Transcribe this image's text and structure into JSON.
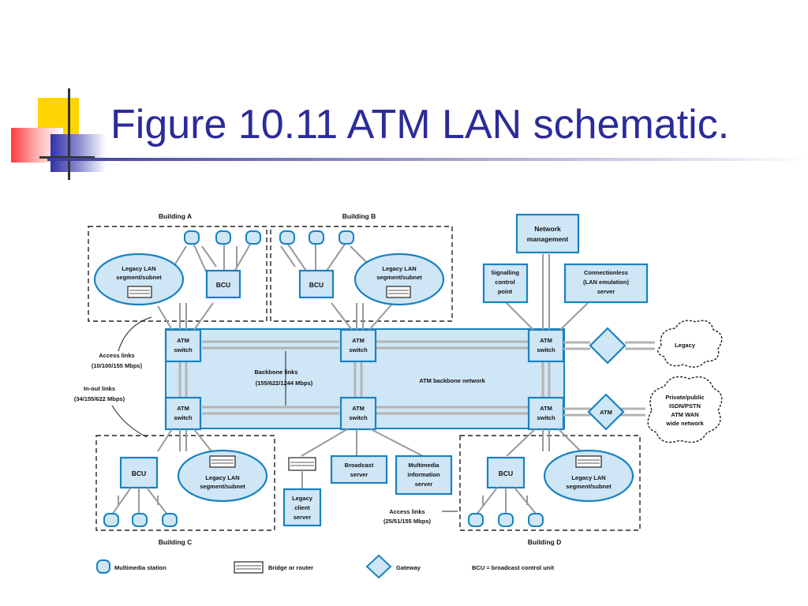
{
  "title": "Figure 10.11 ATM LAN schematic.",
  "colors": {
    "title": "#2b2b9a",
    "node_fill": "#cfe6f6",
    "node_stroke": "#1a82c0",
    "deco_yellow": "#ffd400",
    "deco_red": "#ff3333",
    "deco_blue": "#3a3aa0"
  },
  "buildings": {
    "a": "Building A",
    "b": "Building B",
    "c": "Building C",
    "d": "Building D"
  },
  "nodes": {
    "network_management": [
      "Network",
      "management"
    ],
    "signalling": [
      "Signalling",
      "control",
      "point"
    ],
    "connectionless": [
      "Connectionless",
      "(LAN emulation)",
      "server"
    ],
    "legacy_lan": [
      "Legacy LAN",
      "segment/subnet"
    ],
    "legacy_lan_lower": [
      "Legacy LAN",
      "segment/subnet"
    ],
    "bcu": "BCU",
    "atm_switch": [
      "ATM",
      "switch"
    ],
    "backbone_area": "ATM backbone network",
    "backbone_links": [
      "Backbone links",
      "(155/622/1244 Mbps)"
    ],
    "access_links": [
      "Access links",
      "(10/100/155 Mbps)"
    ],
    "in_out_links": [
      "In-out links",
      "(34/155/622 Mbps)"
    ],
    "access_links_low": [
      "Access links",
      "(25/51/155 Mbps)"
    ],
    "legacy_cloud": "Legacy",
    "public_cloud": [
      "Private/public",
      "ISDN/PSTN",
      "ATM WAN",
      "wide network"
    ],
    "atm_gateway": "ATM",
    "bridge_router": [
      "Legacy",
      "client",
      "server"
    ],
    "broadcast_server": [
      "Broadcast",
      "server"
    ],
    "multimedia_server": [
      "Multimedia",
      "information",
      "server"
    ]
  },
  "legend": {
    "multimedia_station": "Multimedia station",
    "bridge_router": "Bridge or router",
    "gateway": "Gateway",
    "bcu": "BCU = broadcast control unit"
  }
}
